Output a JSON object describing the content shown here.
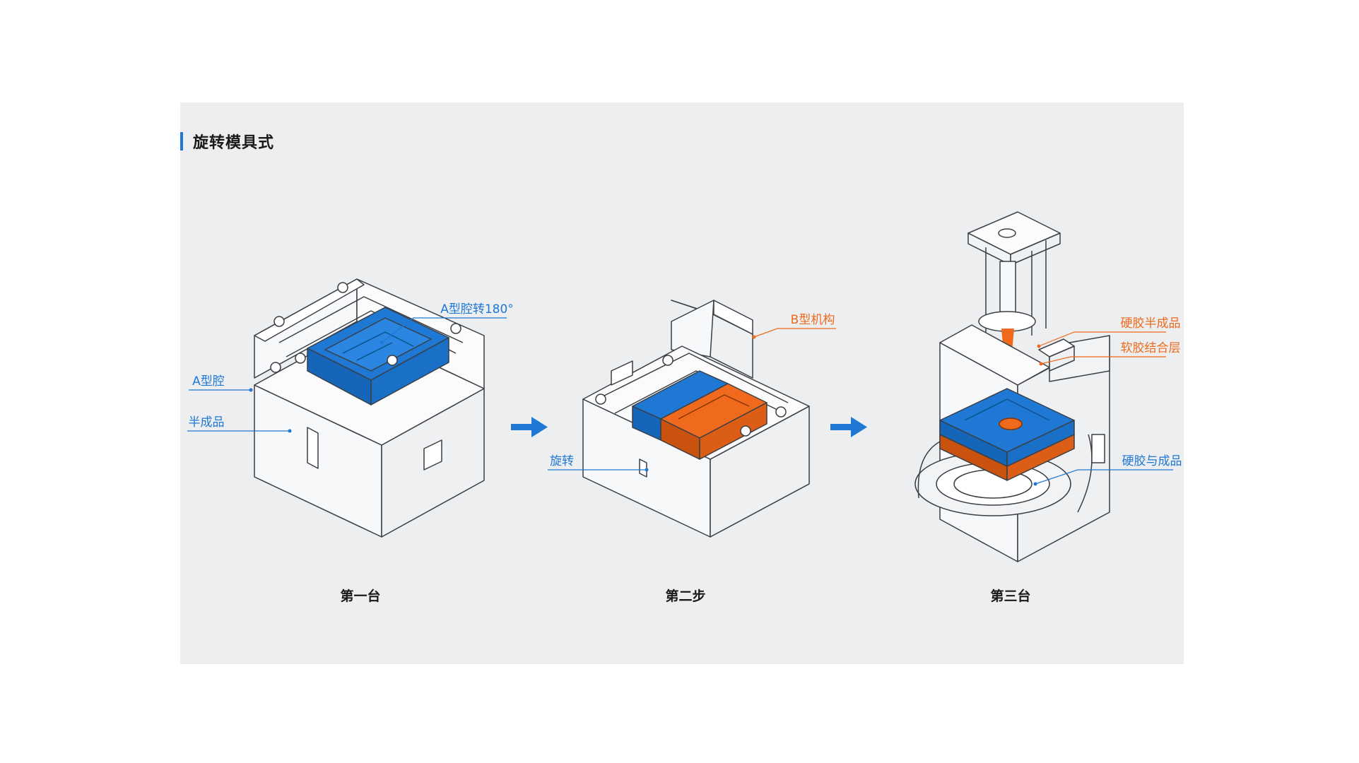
{
  "title": "旋转模具式",
  "colors": {
    "accent_blue": "#1e78d4",
    "accent_orange": "#ef6a1c",
    "line": "#3a3f45",
    "body_fill": "#f7f8f9",
    "slide_bg": "#eceeef"
  },
  "steps": [
    {
      "caption": "第一台",
      "labels": {
        "rotate_a": "A型腔转180°",
        "cavity_a": "A型腔",
        "semi": "半成品"
      }
    },
    {
      "caption": "第二步",
      "labels": {
        "mech_b": "B型机构",
        "rotate": "旋转"
      }
    },
    {
      "caption": "第三台",
      "labels": {
        "hard_semi": "硬胶半成品",
        "soft_layer": "软胶结合层",
        "finished": "硬胶与成品"
      }
    }
  ],
  "arrows": [
    "arrow-right-icon",
    "arrow-right-icon"
  ]
}
